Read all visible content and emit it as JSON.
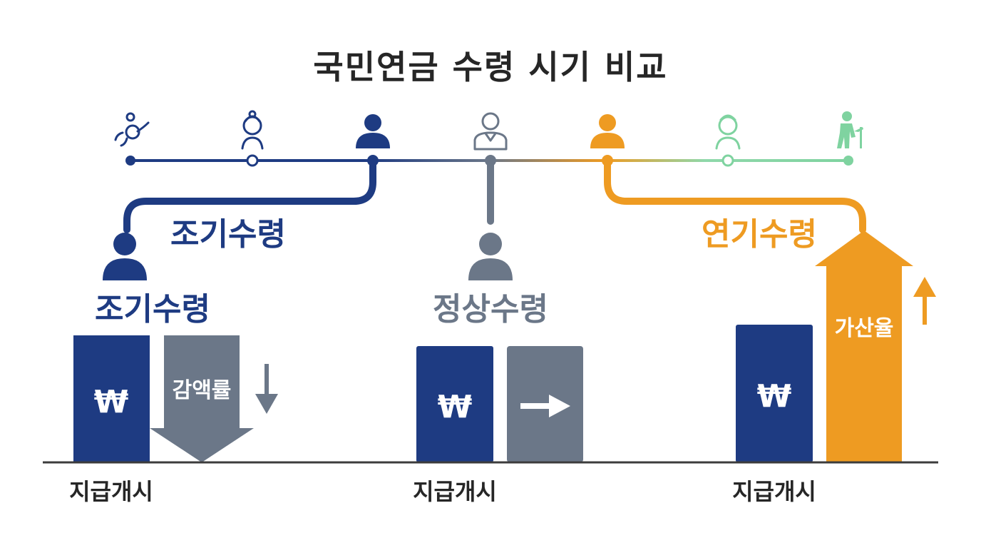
{
  "title": "국민연금 수령 시기 비교",
  "colors": {
    "navy": "#1e3b82",
    "slate": "#6b7788",
    "orange": "#ee9b22",
    "mint": "#7fd3a0",
    "ink": "#262626",
    "white": "#ffffff"
  },
  "timeline": {
    "stages": [
      {
        "icon": "baby-icon",
        "color": "navy"
      },
      {
        "icon": "child-icon",
        "color": "navy"
      },
      {
        "icon": "adult-person-icon",
        "color": "navy"
      },
      {
        "icon": "person-outline-icon",
        "color": "slate"
      },
      {
        "icon": "adult-person-icon",
        "color": "orange"
      },
      {
        "icon": "elderly-person-outline-icon",
        "color": "mint"
      },
      {
        "icon": "elderly-cane-icon",
        "color": "mint"
      }
    ]
  },
  "branches": {
    "early_label": "조기수령",
    "deferred_label": "연기수령"
  },
  "columns": {
    "early": {
      "heading": "조기수령",
      "currency": "₩",
      "effect_label": "감액률",
      "effect_direction": "down",
      "baseline_label": "지급개시"
    },
    "normal": {
      "heading": "정상수령",
      "currency": "₩",
      "effect_direction": "right",
      "baseline_label": "지급개시"
    },
    "deferred": {
      "heading": "연기수령",
      "currency": "₩",
      "effect_label": "가산율",
      "effect_direction": "up",
      "baseline_label": "지급개시"
    }
  }
}
